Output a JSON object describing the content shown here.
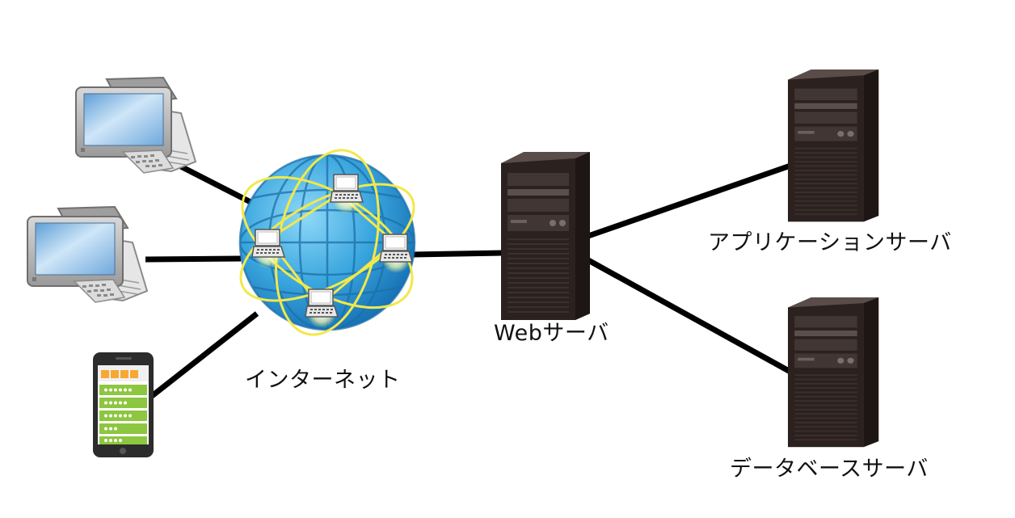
{
  "labels": {
    "internet": "インターネット",
    "web_server": "Webサーバ",
    "app_server": "アプリケーションサーバ",
    "db_server": "データベースサーバ"
  },
  "icons": {
    "client_laptop_1": "tablet-laptop-icon",
    "client_laptop_2": "tablet-laptop-icon",
    "client_phone": "smartphone-icon",
    "internet": "globe-network-icon",
    "web_server": "tower-server-icon",
    "app_server": "tower-server-icon",
    "db_server": "tower-server-icon"
  },
  "colors": {
    "line": "#000000",
    "globe": "#2a9ad6",
    "orbit": "#f2e84a",
    "server": "#2a201e",
    "screen": "#8fc3ea",
    "phone_green": "#8dc63f",
    "phone_orange": "#f7a832"
  }
}
